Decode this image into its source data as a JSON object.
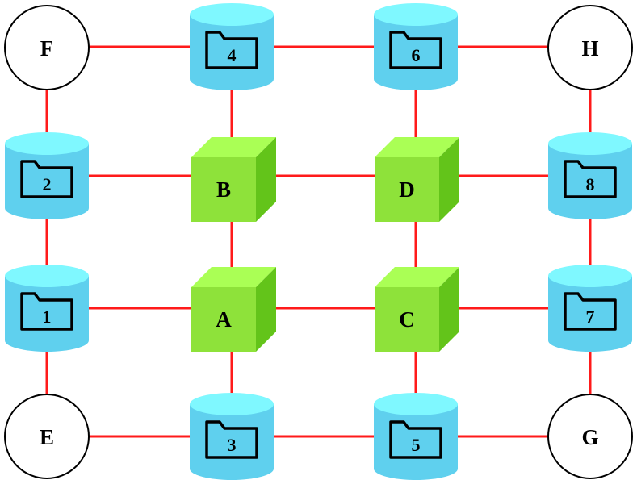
{
  "colors": {
    "edge": "#ff1a1a",
    "cylinder_body": "#5fd0ee",
    "cylinder_top": "#7ff8ff",
    "cube_front": "#8ee23a",
    "cube_top": "#aaff55",
    "cube_side": "#63c41a",
    "circle_fill": "#ffffff",
    "outline": "#000000"
  },
  "nodes": {
    "F": {
      "label": "F",
      "shape": "circle"
    },
    "H": {
      "label": "H",
      "shape": "circle"
    },
    "E": {
      "label": "E",
      "shape": "circle"
    },
    "G": {
      "label": "G",
      "shape": "circle"
    },
    "B": {
      "label": "B",
      "shape": "cube"
    },
    "D": {
      "label": "D",
      "shape": "cube"
    },
    "A": {
      "label": "A",
      "shape": "cube"
    },
    "C": {
      "label": "C",
      "shape": "cube"
    },
    "n4": {
      "label": "4",
      "shape": "folder-cylinder"
    },
    "n6": {
      "label": "6",
      "shape": "folder-cylinder"
    },
    "n2": {
      "label": "2",
      "shape": "folder-cylinder"
    },
    "n8": {
      "label": "8",
      "shape": "folder-cylinder"
    },
    "n1": {
      "label": "1",
      "shape": "folder-cylinder"
    },
    "n7": {
      "label": "7",
      "shape": "folder-cylinder"
    },
    "n3": {
      "label": "3",
      "shape": "folder-cylinder"
    },
    "n5": {
      "label": "5",
      "shape": "folder-cylinder"
    }
  },
  "edges": [
    [
      "F",
      "4"
    ],
    [
      "4",
      "6"
    ],
    [
      "6",
      "H"
    ],
    [
      "2",
      "B"
    ],
    [
      "B",
      "D"
    ],
    [
      "D",
      "8"
    ],
    [
      "1",
      "A"
    ],
    [
      "A",
      "C"
    ],
    [
      "C",
      "7"
    ],
    [
      "E",
      "3"
    ],
    [
      "3",
      "5"
    ],
    [
      "5",
      "G"
    ],
    [
      "F",
      "2"
    ],
    [
      "2",
      "1"
    ],
    [
      "1",
      "E"
    ],
    [
      "4",
      "B"
    ],
    [
      "B",
      "A"
    ],
    [
      "A",
      "3"
    ],
    [
      "6",
      "D"
    ],
    [
      "D",
      "C"
    ],
    [
      "C",
      "5"
    ],
    [
      "H",
      "8"
    ],
    [
      "8",
      "7"
    ],
    [
      "7",
      "G"
    ]
  ]
}
